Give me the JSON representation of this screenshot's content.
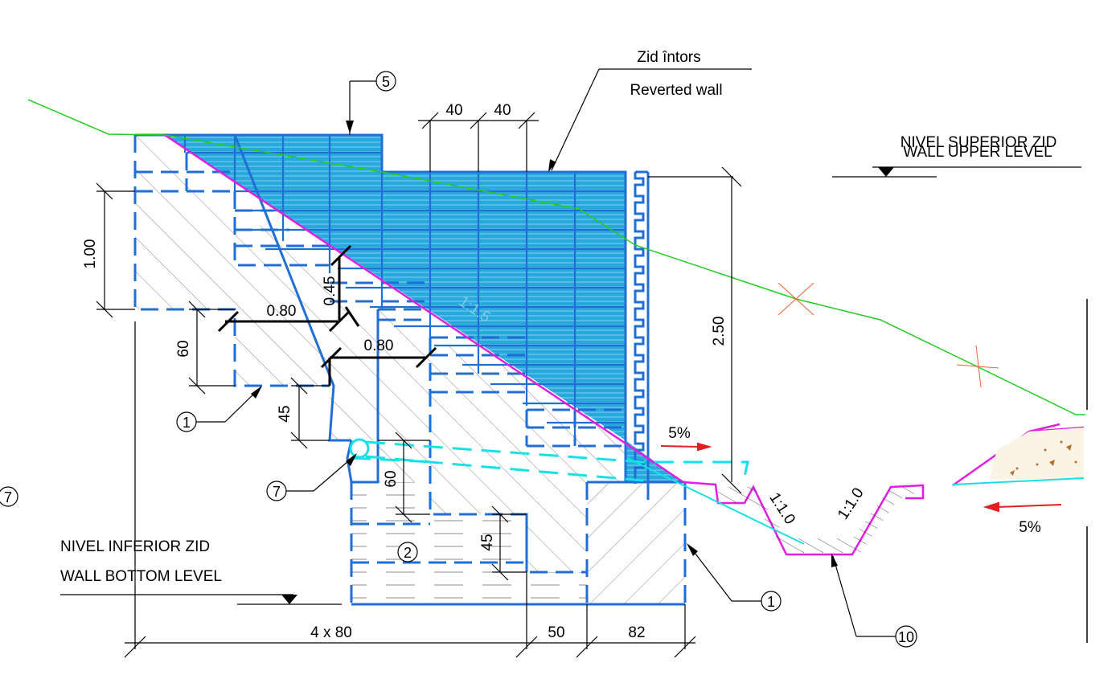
{
  "labels": {
    "reverted_ro": "Zid întors",
    "reverted_en": "Reverted wall",
    "upper_ro": "NIVEL SUPERIOR ZID",
    "upper_en": "WALL UPPER LEVEL",
    "bottom_ro": "NIVEL INFERIOR ZID",
    "bottom_en": "WALL BOTTOM LEVEL",
    "slope_ratio": "1:1.5",
    "ditch_slope_left": "1:1.0",
    "ditch_slope_right": "1:1.0",
    "drain_slope_1": "5%",
    "drain_slope_2": "5%"
  },
  "dimensions": {
    "d40a": "40",
    "d40b": "40",
    "d100": "1.00",
    "d080a": "0.80",
    "d045a": "0.45",
    "d080b": "0.80",
    "d60a": "60",
    "d45a": "45",
    "d60b": "60",
    "d45b": "45",
    "d250": "2.50",
    "d4x80": "4 x 80",
    "d50": "50",
    "d82": "82"
  },
  "callouts": {
    "c5": "5",
    "c1a": "1",
    "c7a": "7",
    "c7b": "7",
    "c2": "2",
    "c1b": "1",
    "c10": "10"
  },
  "colors": {
    "wall": "#1f6fd6",
    "fill": "#1aa7d8",
    "terrain": "#22cc22",
    "slope_line": "#e11ee1",
    "drain": "#19e0e6",
    "arrow": "#e02020"
  }
}
